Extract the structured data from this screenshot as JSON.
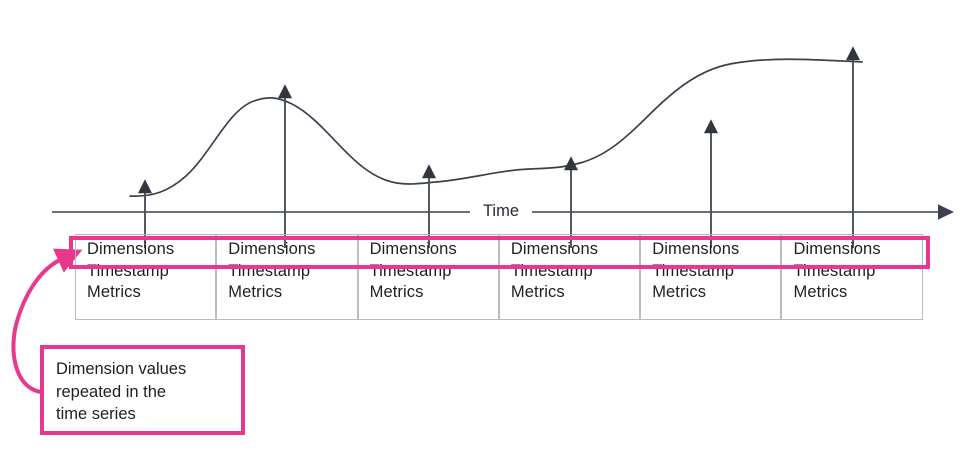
{
  "figure": {
    "axis": {
      "label": "Time",
      "direction": "left-to-right"
    },
    "curve": {
      "name": "metric-time-series-curve",
      "color": "#3a414d"
    },
    "samples": [
      {
        "index": 1,
        "x": 145,
        "value_y": 196
      },
      {
        "index": 2,
        "x": 285,
        "value_y": 100
      },
      {
        "index": 3,
        "x": 429,
        "value_y": 180
      },
      {
        "index": 4,
        "x": 571,
        "value_y": 172
      },
      {
        "index": 5,
        "x": 711,
        "value_y": 135
      },
      {
        "index": 6,
        "x": 853,
        "value_y": 62
      }
    ]
  },
  "records": [
    {
      "dimensions": "Dimensions",
      "timestamp": "Timestamp",
      "metrics": "Metrics"
    },
    {
      "dimensions": "Dimensions",
      "timestamp": "Timestamp",
      "metrics": "Metrics"
    },
    {
      "dimensions": "Dimensions",
      "timestamp": "Timestamp",
      "metrics": "Metrics"
    },
    {
      "dimensions": "Dimensions",
      "timestamp": "Timestamp",
      "metrics": "Metrics"
    },
    {
      "dimensions": "Dimensions",
      "timestamp": "Timestamp",
      "metrics": "Metrics"
    },
    {
      "dimensions": "Dimensions",
      "timestamp": "Timestamp",
      "metrics": "Metrics"
    }
  ],
  "callout": {
    "lines": [
      "Dimension values",
      "repeated in the",
      "time series"
    ]
  },
  "colors": {
    "accent_pink": "#E8388C",
    "line_dark": "#3a414d",
    "box_border": "#b7bcc4",
    "text": "#1d1f22",
    "background": "#ffffff"
  },
  "chart_data": {
    "type": "line",
    "title": "",
    "xlabel": "Time",
    "ylabel": "",
    "x": [
      1,
      2,
      3,
      4,
      5,
      6
    ],
    "values": [
      8,
      62,
      20,
      25,
      48,
      94
    ],
    "annotations": [
      "Dimension values repeated in the time series"
    ],
    "legend": [],
    "grid": false,
    "ylim": [
      0,
      100
    ]
  }
}
